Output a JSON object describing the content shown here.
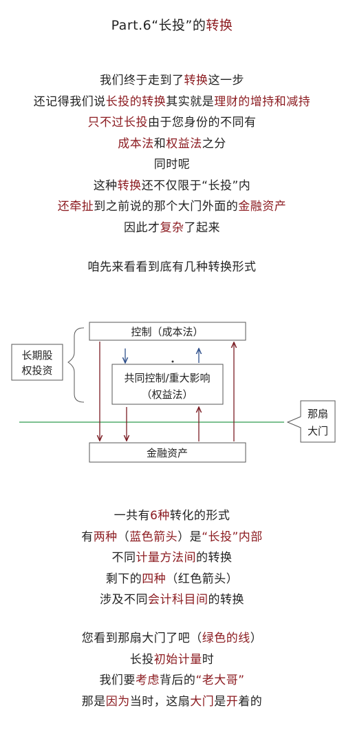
{
  "title": {
    "prefix": "Part.6“长投”的",
    "highlight": "转换"
  },
  "paragraphs": [
    [
      [
        {
          "t": "我们终于走到了",
          "h": false
        },
        {
          "t": "转换",
          "h": true
        },
        {
          "t": "这一步",
          "h": false
        }
      ],
      [
        {
          "t": "还记得我们说",
          "h": false
        },
        {
          "t": "长投的转换",
          "h": true
        },
        {
          "t": "其实就是",
          "h": false
        },
        {
          "t": "理财的增持和减持",
          "h": true
        }
      ],
      [
        {
          "t": "只不过长投",
          "h": true
        },
        {
          "t": "由于您身份的不同有",
          "h": false
        }
      ],
      [
        {
          "t": "成本法",
          "h": true
        },
        {
          "t": "和",
          "h": false
        },
        {
          "t": "权益法",
          "h": true
        },
        {
          "t": "之分",
          "h": false
        }
      ],
      [
        {
          "t": "同时呢",
          "h": false
        }
      ],
      [
        {
          "t": "这种",
          "h": false
        },
        {
          "t": "转换",
          "h": true
        },
        {
          "t": "还不仅限于“长投”内",
          "h": false
        }
      ],
      [
        {
          "t": "还牵扯",
          "h": true
        },
        {
          "t": "到之前说的那个大门外面的",
          "h": false
        },
        {
          "t": "金融资产",
          "h": true
        }
      ],
      [
        {
          "t": "因此才",
          "h": false
        },
        {
          "t": "复杂",
          "h": true
        },
        {
          "t": "了起来",
          "h": false
        }
      ]
    ],
    [
      [
        {
          "t": "咱先来看看到底有几种转换形式",
          "h": false
        }
      ]
    ],
    [
      [
        {
          "t": "一共有",
          "h": false
        },
        {
          "t": "6种",
          "h": true
        },
        {
          "t": "转化的形式",
          "h": false
        }
      ],
      [
        {
          "t": "有",
          "h": false
        },
        {
          "t": "两种",
          "h": true
        },
        {
          "t": "（",
          "h": false
        },
        {
          "t": "蓝色箭头",
          "h": true
        },
        {
          "t": "）是",
          "h": false
        },
        {
          "t": "“长投”内部",
          "h": true
        }
      ],
      [
        {
          "t": "不同",
          "h": false
        },
        {
          "t": "计量方法间",
          "h": true
        },
        {
          "t": "的转换",
          "h": false
        }
      ],
      [
        {
          "t": "剩下的",
          "h": false
        },
        {
          "t": "四种",
          "h": true
        },
        {
          "t": "（红色箭头）",
          "h": false
        }
      ],
      [
        {
          "t": "涉及不同",
          "h": false
        },
        {
          "t": "会计科目间",
          "h": true
        },
        {
          "t": "的转换",
          "h": false
        }
      ]
    ],
    [
      [
        {
          "t": "您看到那扇大门了吧（",
          "h": false
        },
        {
          "t": "绿色的线",
          "h": true
        },
        {
          "t": "）",
          "h": false
        }
      ],
      [
        {
          "t": "长投",
          "h": false
        },
        {
          "t": "初始计量",
          "h": true
        },
        {
          "t": "时",
          "h": false
        }
      ],
      [
        {
          "t": "我们要",
          "h": false
        },
        {
          "t": "考虑",
          "h": true
        },
        {
          "t": "背后的",
          "h": false
        },
        {
          "t": "“老大哥”",
          "h": true
        }
      ],
      [
        {
          "t": "那是",
          "h": false
        },
        {
          "t": "因为",
          "h": true
        },
        {
          "t": "当时，这扇",
          "h": false
        },
        {
          "t": "大门",
          "h": true
        },
        {
          "t": "是",
          "h": false
        },
        {
          "t": "开",
          "h": true
        },
        {
          "t": "着的",
          "h": false
        }
      ]
    ]
  ],
  "diagram": {
    "control_label": "控制（成本法）",
    "joint_line1": "共同控制/重大影响",
    "joint_line2": "（权益法）",
    "financial_label": "金融资产",
    "lte_line1": "长期股",
    "lte_line2": "权投资",
    "gate_line1": "那扇",
    "gate_line2": "大门",
    "colors": {
      "highlight": "#8b1a1f",
      "red_arrow": "#7a1b22",
      "blue_arrow": "#2d4e8a",
      "green_line": "#2e9a4e"
    }
  }
}
